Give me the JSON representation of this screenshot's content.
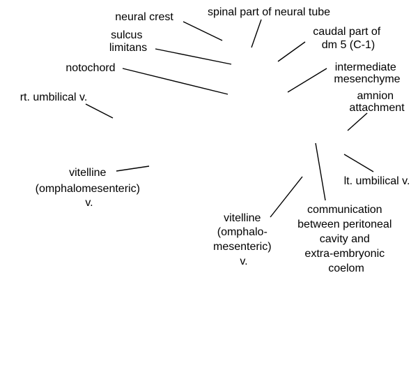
{
  "labels": {
    "neural_crest": "neural crest",
    "spinal_part_neural_tube": "spinal part of neural tube",
    "sulcus_limitans": [
      "sulcus",
      "limitans"
    ],
    "caudal_part_dm5": [
      "caudal part of",
      "dm 5 (C-1)"
    ],
    "notochord": "notochord",
    "intermediate_mesenchyme": [
      "intermediate",
      "mesenchyme"
    ],
    "rt_umbilical_v": "rt. umbilical v.",
    "amnion_attachment": [
      "amnion",
      "attachment"
    ],
    "vitelline_left": [
      "vitelline",
      "(omphalomesenteric)",
      "v."
    ],
    "lt_umbilical_v": "lt. umbilical v.",
    "vitelline_center": [
      "vitelline",
      "(omphalo-",
      "mesenteric)",
      "v."
    ],
    "communication": [
      "communication",
      "between peritoneal",
      "cavity and",
      "extra-embryonic",
      "coelom"
    ]
  }
}
